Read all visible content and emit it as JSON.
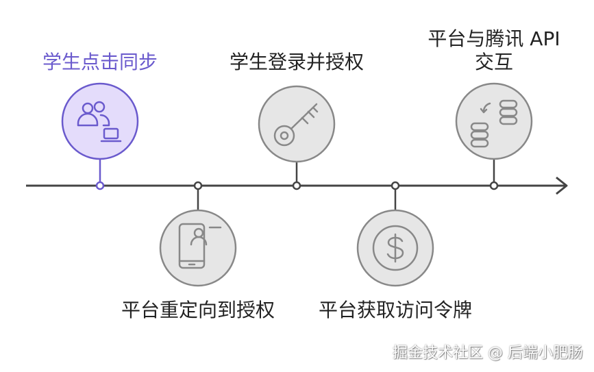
{
  "timeline": {
    "steps": [
      {
        "label": "学生点击同步",
        "icon": "users-laptop-icon",
        "active": true
      },
      {
        "label": "平台重定向到授权",
        "icon": "phone-profile-icon",
        "active": false
      },
      {
        "label": "学生登录并授权",
        "icon": "key-icon",
        "active": false
      },
      {
        "label": "平台获取访问令牌",
        "icon": "dollar-coin-icon",
        "active": false
      },
      {
        "label": "平台与腾讯 API 交互",
        "icon": "server-sync-icon",
        "active": false
      }
    ]
  },
  "colors": {
    "active_fill": "#e4dcfb",
    "active_stroke": "#6a5acd",
    "inactive_fill": "#e6e6e6",
    "inactive_stroke": "#888888",
    "axis": "#444444",
    "active_text": "#6a5acd",
    "text": "#222222"
  },
  "watermark": "掘金技术社区 @ 后端小肥肠"
}
